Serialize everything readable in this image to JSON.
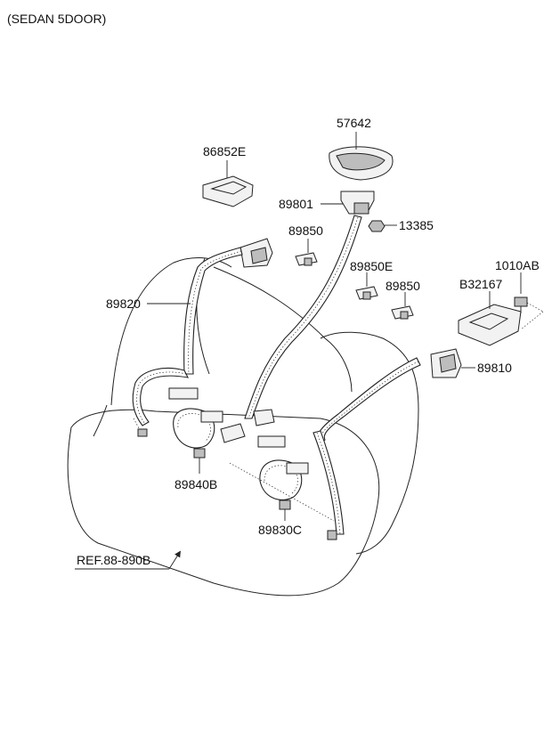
{
  "title": "(SEDAN 5DOOR)",
  "parts": {
    "p57642": "57642",
    "p86852E": "86852E",
    "p89801": "89801",
    "p13385": "13385",
    "p89850a": "89850",
    "p89850E": "89850E",
    "p89850b": "89850",
    "p1010AB": "1010AB",
    "pB32167": "B32167",
    "p89820": "89820",
    "p89810": "89810",
    "p89840B": "89840B",
    "p89830C": "89830C"
  },
  "reference": "REF.88-890B"
}
